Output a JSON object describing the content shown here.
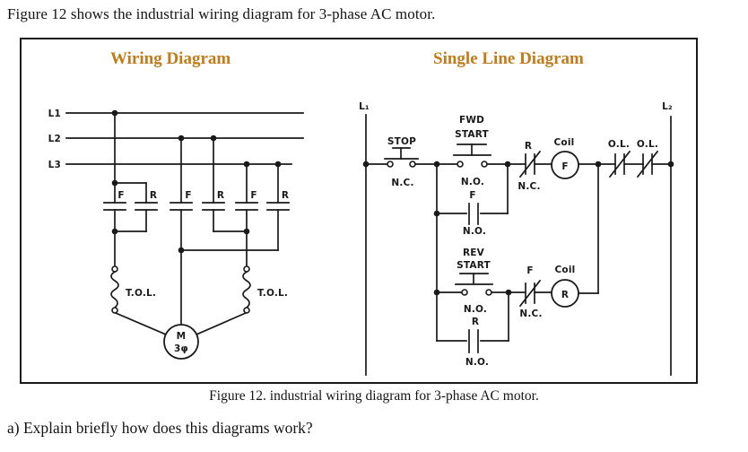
{
  "page": {
    "intro": "Figure 12 shows the industrial wiring diagram for 3-phase AC motor.",
    "caption": "Figure 12. industrial wiring diagram for 3-phase AC motor.",
    "question": "a) Explain briefly how does this diagrams work?"
  },
  "figure": {
    "wiring_title": "Wiring Diagram",
    "single_line_title": "Single Line Diagram",
    "accent_color": "#C07C1C"
  },
  "wiring": {
    "l1": "L1",
    "l2": "L2",
    "l3": "L3",
    "contacts": [
      "F",
      "R",
      "F",
      "R",
      "F",
      "R"
    ],
    "tol_left": "T.O.L.",
    "tol_right": "T.O.L.",
    "motor_top": "M",
    "motor_bottom": "3φ"
  },
  "ladder": {
    "rail_left": "L₁",
    "rail_right": "L₂",
    "stop_label": "STOP",
    "stop_type": "N.C.",
    "fwd_line1": "FWD",
    "fwd_line2": "START",
    "fwd_type": "N.O.",
    "fwd_seal_letter": "F",
    "fwd_seal_type": "N.O.",
    "r_interlock_letter": "R",
    "r_interlock_type": "N.C.",
    "coil_f_label": "Coil",
    "coil_f_letter": "F",
    "ol_left": "O.L.",
    "ol_right": "O.L.",
    "rev_line1": "REV",
    "rev_line2": "START",
    "rev_type": "N.O.",
    "rev_seal_letter": "R",
    "rev_seal_type": "N.O.",
    "f_interlock_letter": "F",
    "f_interlock_type": "N.C.",
    "coil_r_label": "Coil",
    "coil_r_letter": "R"
  }
}
